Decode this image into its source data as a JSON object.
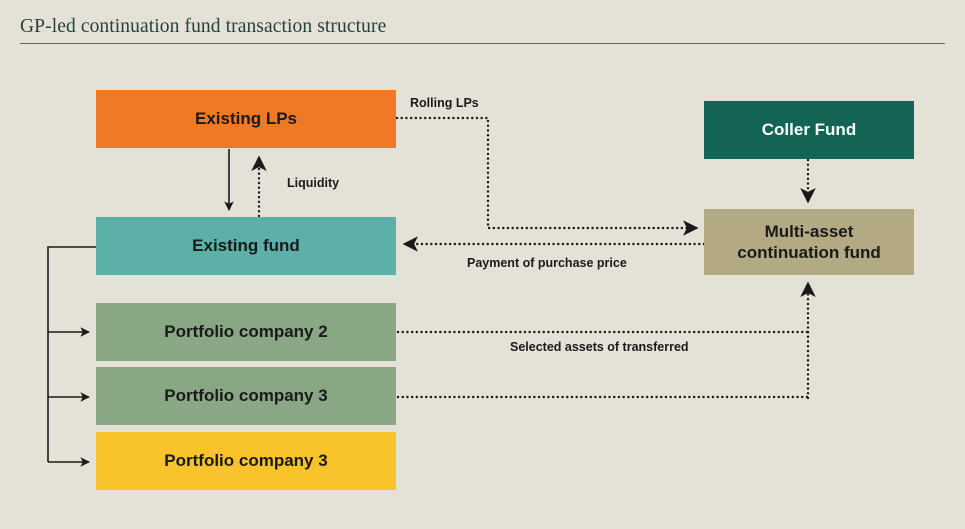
{
  "header": {
    "title": "GP-led continuation fund transaction structure"
  },
  "colors": {
    "background": "#E4E2D7",
    "title_text": "#25413A",
    "rule": "#5C6B62",
    "existing_lps": "#EF7924",
    "existing_fund": "#5CB0A7",
    "portfolio_green": "#89A685",
    "portfolio_yellow": "#F9C32B",
    "coller_fund": "#136455",
    "continuation_fund": "#B3A982",
    "connector": "#1A1A1A"
  },
  "nodes": {
    "existing_lps": {
      "label": "Existing LPs"
    },
    "existing_fund": {
      "label": "Existing fund"
    },
    "portfolio_2": {
      "label": "Portfolio company 2"
    },
    "portfolio_3a": {
      "label": "Portfolio company 3"
    },
    "portfolio_3b": {
      "label": "Portfolio company 3"
    },
    "coller_fund": {
      "label": "Coller Fund"
    },
    "continuation_fund": {
      "label": "Multi-asset\ncontinuation fund",
      "line1": "Multi-asset",
      "line2": "continuation fund"
    }
  },
  "edges": {
    "rolling_lps": {
      "label": "Rolling LPs",
      "style": "dotted",
      "from": "existing_lps",
      "to": "continuation_fund"
    },
    "liquidity": {
      "label": "Liquidity",
      "style": "dotted",
      "from": "existing_fund",
      "to": "existing_lps"
    },
    "commitment": {
      "label": "",
      "style": "solid",
      "from": "existing_lps",
      "to": "existing_fund"
    },
    "payment_of_purchase_price": {
      "label": "Payment of purchase price",
      "style": "dotted",
      "from": "continuation_fund",
      "to": "existing_fund"
    },
    "selected_assets": {
      "label": "Selected assets of transferred",
      "style": "dotted",
      "from": "portfolio_companies",
      "to": "continuation_fund"
    },
    "coller_to_continuation": {
      "label": "",
      "style": "dotted",
      "from": "coller_fund",
      "to": "continuation_fund"
    },
    "fund_to_portfolio": {
      "label": "",
      "style": "solid",
      "from": "existing_fund",
      "to": "portfolio_companies"
    }
  }
}
